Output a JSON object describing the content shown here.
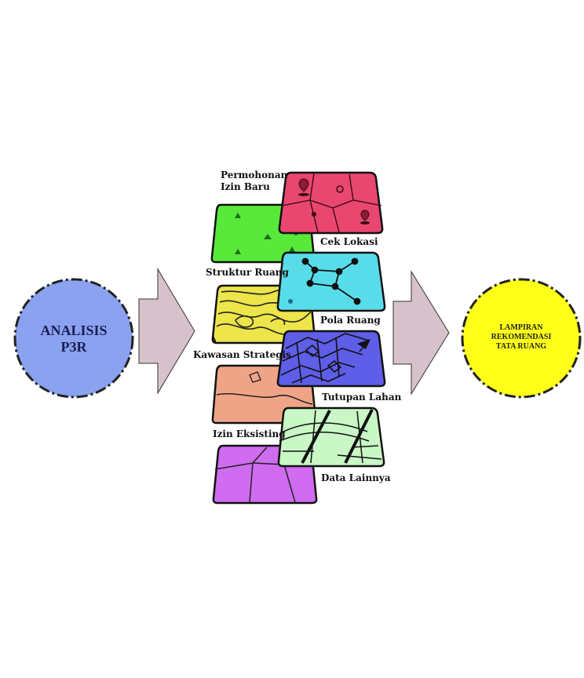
{
  "left_node": {
    "line1": "ANALISIS",
    "line2": "P3R"
  },
  "right_node": {
    "line1": "LAMPIRAN",
    "line2": "REKOMENDASI",
    "line3": "TATA RUANG"
  },
  "layers": {
    "permohonan": {
      "line1": "Permohonan",
      "line2": "Izin Baru"
    },
    "cek_lokasi": "Cek Lokasi",
    "struktur_ruang": "Struktur Ruang",
    "pola_ruang": "Pola Ruang",
    "kawasan_strategis": "Kawasan Strategis",
    "tutupan_lahan": "Tutupan Lahan",
    "izin_eksisting": "Izin Eksisting",
    "data_lainnya": "Data Lainnya"
  },
  "colors": {
    "analisis": "#8aa2ef",
    "lampiran": "#ffff1a",
    "arrow": "#d7c2cc",
    "permohonan": "#e9476f",
    "struktur": "#58e93a",
    "pola": "#59dce9",
    "kawasan": "#ede54a",
    "tutupan": "#5e5ee8",
    "izin": "#f0a487",
    "data_lainnya": "#c9f7c5",
    "purple": "#cf6cf0"
  }
}
